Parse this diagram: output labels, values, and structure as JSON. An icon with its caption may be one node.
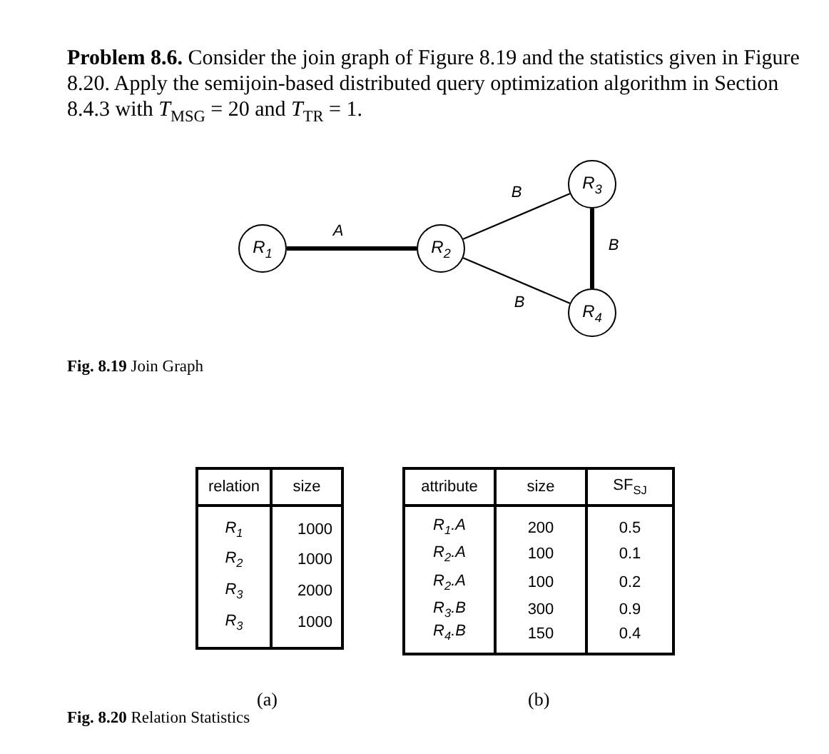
{
  "diagram": {
    "nodes": [
      {
        "text": [
          "R$_{1}$"
        ]
      },
      {
        "text": [
          "R$_{2}$"
        ]
      },
      {
        "text": [
          "R$_{3}$"
        ]
      },
      {
        "text": [
          "R$_{4}$"
        ]
      }
    ],
    "edges": [
      {
        "from": 0,
        "to": 1,
        "arrow": "none",
        "label": "A",
        "style": "thick"
      },
      {
        "from": 1,
        "to": 2,
        "arrow": "none",
        "label": "B"
      },
      {
        "from": 2,
        "to": 3,
        "arrow": "none",
        "label": "B",
        "style": "thick"
      },
      {
        "from": 1,
        "to": 3,
        "arrow": "none",
        "label": "B"
      }
    ],
    "labels": [
      "**Problem 8.6.** Consider the join graph of Figure 8.19 and the statistics given in Figure 8.20. Apply the semijoin-based distributed query optimization algorithm in Section 8.4.3 with *T*$_{MSG}$ = 20 and *T*$_{TR}$ = 1.",
      "**Fig. 8.19** Join Graph",
      "relation",
      "size",
      "R$_{1}$",
      "1000",
      "R$_{2}$",
      "1000",
      "R$_{3}$",
      "2000",
      "R$_{3}$",
      "1000",
      "attribute",
      "size",
      "SF$_{SJ}$",
      "R$_{1}$.A",
      "200",
      "0.5",
      "R$_{2}$.A",
      "100",
      "0.1",
      "R$_{2}$.A",
      "100",
      "0.2",
      "R$_{3}$.B",
      "300",
      "0.9",
      "R$_{4}$.B",
      "150",
      "0.4",
      "(a)",
      "(b)",
      "**Fig. 8.20** Relation Statistics"
    ]
  }
}
